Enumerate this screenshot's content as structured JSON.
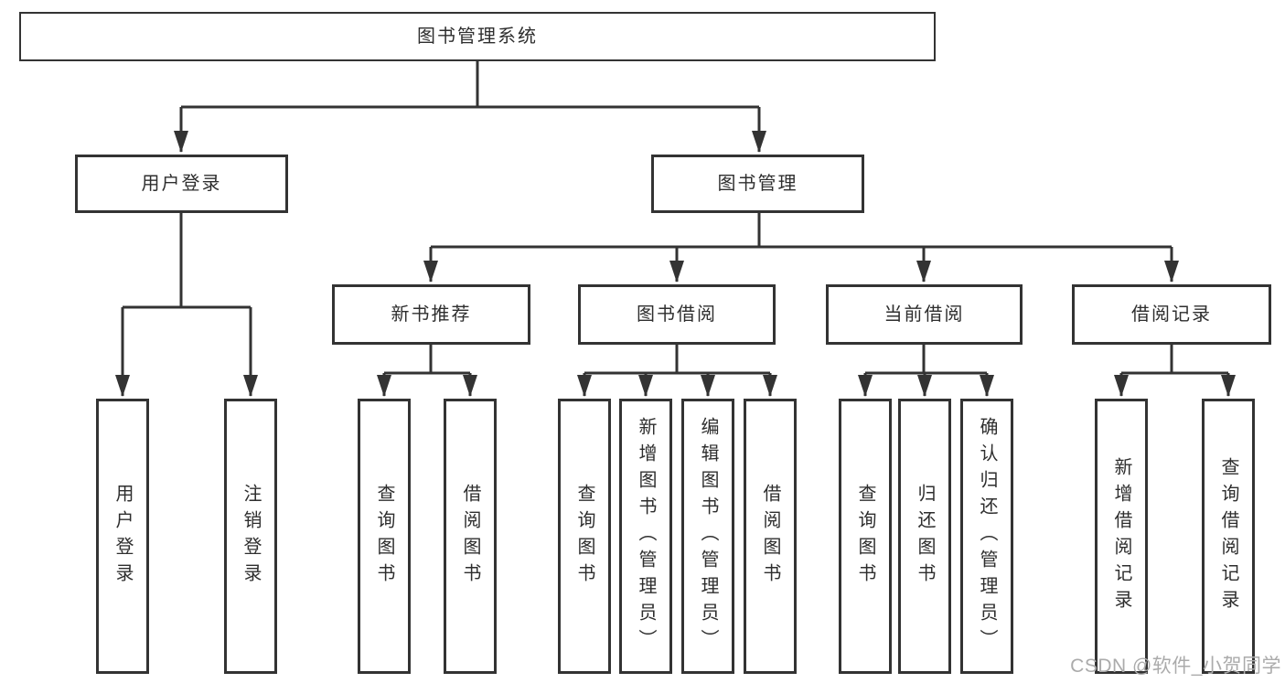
{
  "page": {
    "background": "#ffffff"
  },
  "colors": {
    "line": "#333333",
    "box_border": "#333333",
    "text": "#2e2e2e",
    "watermark": "#ababab"
  },
  "watermark": {
    "text": "CSDN @软件_小贺同学"
  },
  "tree": {
    "root": {
      "label": "图书管理系统"
    },
    "children": [
      {
        "label": "用户登录",
        "children": [
          {
            "label": "用户登录"
          },
          {
            "label": "注销登录"
          }
        ]
      },
      {
        "label": "图书管理",
        "children": [
          {
            "label": "新书推荐",
            "children": [
              {
                "label": "查询图书"
              },
              {
                "label": "借阅图书"
              }
            ]
          },
          {
            "label": "图书借阅",
            "children": [
              {
                "label": "查询图书"
              },
              {
                "label": "新增图书（管理员）"
              },
              {
                "label": "编辑图书（管理员）"
              },
              {
                "label": "借阅图书"
              }
            ]
          },
          {
            "label": "当前借阅",
            "children": [
              {
                "label": "查询图书"
              },
              {
                "label": "归还图书"
              },
              {
                "label": "确认归还（管理员）"
              }
            ]
          },
          {
            "label": "借阅记录",
            "children": [
              {
                "label": "新增借阅记录"
              },
              {
                "label": "查询借阅记录"
              }
            ]
          }
        ]
      }
    ]
  }
}
